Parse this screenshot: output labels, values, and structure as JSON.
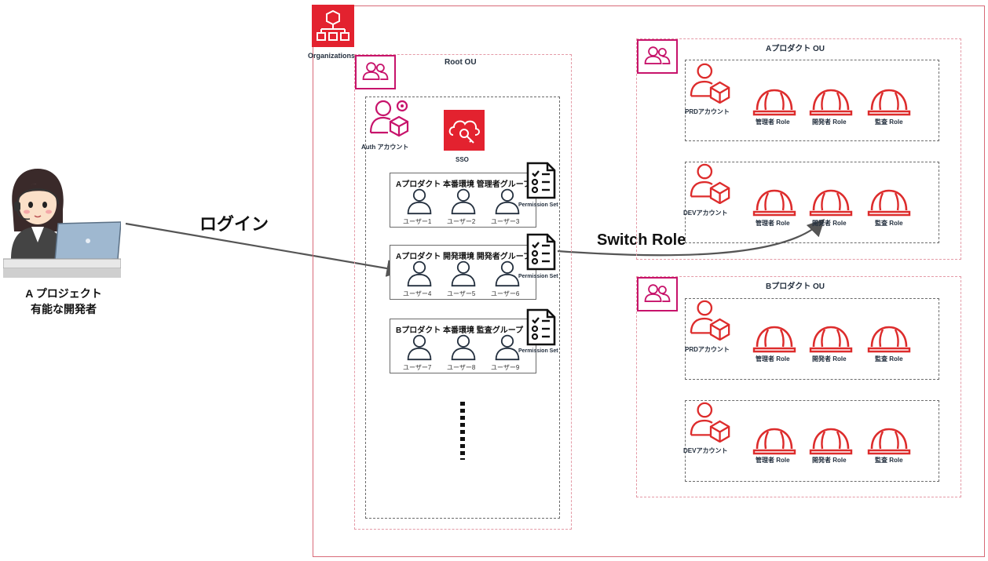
{
  "colors": {
    "accent_red": "#dd2c2c",
    "pink": "#c7136b",
    "org_red": "#e3222f",
    "line": "#555555"
  },
  "person": {
    "line1": "A プロジェクト",
    "line2": "有能な開発者"
  },
  "login_label": "ログイン",
  "switch_role_label": "Switch Role",
  "organizations_label": "Organizations",
  "root_ou_label": "Root OU",
  "auth_account_label": "Auth アカウント",
  "sso_label": "SSO",
  "groups": [
    {
      "title": "Aプロダクト 本番環境 管理者グループ",
      "users": [
        "ユーザー1",
        "ユーザー2",
        "ユーザー3"
      ],
      "permission_set": "Permission Set"
    },
    {
      "title": "Aプロダクト 開発環境 開発者グループ",
      "users": [
        "ユーザー4",
        "ユーザー5",
        "ユーザー6"
      ],
      "permission_set": "Permission Set"
    },
    {
      "title": "Bプロダクト 本番環境 監査グループ",
      "users": [
        "ユーザー7",
        "ユーザー8",
        "ユーザー9"
      ],
      "permission_set": "Permission Set"
    }
  ],
  "ous": [
    {
      "title": "Aプロダクト OU",
      "accounts": [
        {
          "name": "PRDアカウント",
          "roles": [
            "管理者 Role",
            "開発者 Role",
            "監査 Role"
          ]
        },
        {
          "name": "DEVアカウント",
          "roles": [
            "管理者 Role",
            "開発者 Role",
            "監査 Role"
          ]
        }
      ]
    },
    {
      "title": "Bプロダクト OU",
      "accounts": [
        {
          "name": "PRDアカウント",
          "roles": [
            "管理者 Role",
            "開発者 Role",
            "監査 Role"
          ]
        },
        {
          "name": "DEVアカウント",
          "roles": [
            "管理者 Role",
            "開発者 Role",
            "監査 Role"
          ]
        }
      ]
    }
  ]
}
